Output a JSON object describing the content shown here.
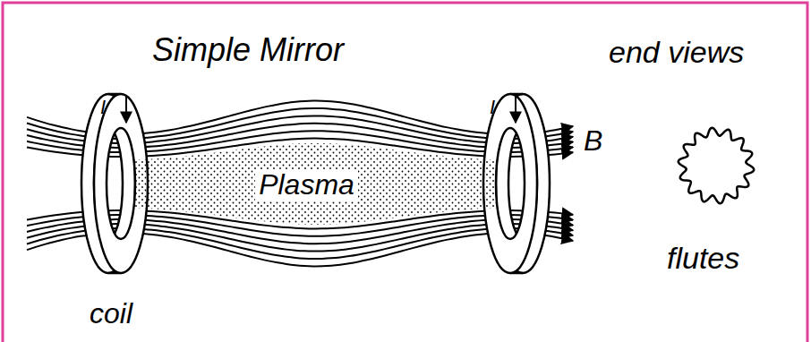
{
  "diagram": {
    "title": "Simple Mirror",
    "nodes": [
      {
        "text": [
          "Plasma"
        ]
      }
    ],
    "labels": [
      "end views",
      "I",
      "I",
      "B",
      "coil",
      "flutes"
    ]
  }
}
